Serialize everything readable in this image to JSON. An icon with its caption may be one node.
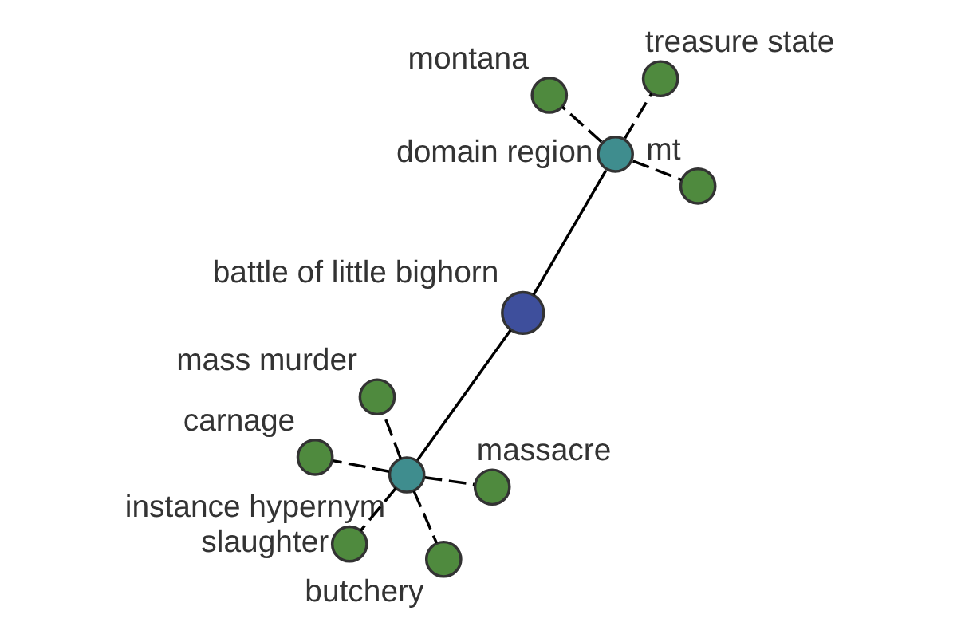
{
  "diagram": {
    "nodes": [
      {
        "text": [],
        "shape": "circle",
        "beside": [
          "mass murder"
        ]
      },
      {
        "text": [],
        "shape": "circle",
        "beside": [
          "butchery"
        ]
      },
      {
        "text": [],
        "shape": "circle",
        "beside": [
          "massacre"
        ]
      },
      {
        "text": [],
        "shape": "circle",
        "beside": [
          "carnage"
        ]
      },
      {
        "text": [],
        "shape": "circle",
        "beside": [
          "instance hypernym"
        ]
      },
      {
        "text": [],
        "shape": "circle",
        "beside": [
          "slaughter"
        ]
      },
      {
        "text": [],
        "shape": "circle",
        "beside": [
          "battle of little bighorn"
        ]
      },
      {
        "text": [],
        "shape": "circle",
        "beside": [
          "domain region"
        ]
      },
      {
        "text": [],
        "shape": "circle",
        "beside": [
          "montana"
        ]
      },
      {
        "text": [],
        "shape": "circle",
        "beside": [
          "mt"
        ]
      },
      {
        "text": [],
        "shape": "circle",
        "beside": [
          "treasure state"
        ]
      }
    ],
    "edges": [
      {
        "from": 6,
        "to": 4,
        "arrow": "none"
      },
      {
        "from": 6,
        "to": 7,
        "arrow": "none"
      },
      {
        "from": 4,
        "to": 0,
        "arrow": "none",
        "style": "dashed"
      },
      {
        "from": 4,
        "to": 1,
        "arrow": "none",
        "style": "dashed"
      },
      {
        "from": 4,
        "to": 2,
        "arrow": "none",
        "style": "dashed"
      },
      {
        "from": 4,
        "to": 3,
        "arrow": "none",
        "style": "dashed"
      },
      {
        "from": 4,
        "to": 5,
        "arrow": "none",
        "style": "dashed"
      },
      {
        "from": 7,
        "to": 8,
        "arrow": "none",
        "style": "dashed"
      },
      {
        "from": 7,
        "to": 9,
        "arrow": "none",
        "style": "dashed"
      },
      {
        "from": 7,
        "to": 10,
        "arrow": "none",
        "style": "dashed"
      }
    ]
  }
}
